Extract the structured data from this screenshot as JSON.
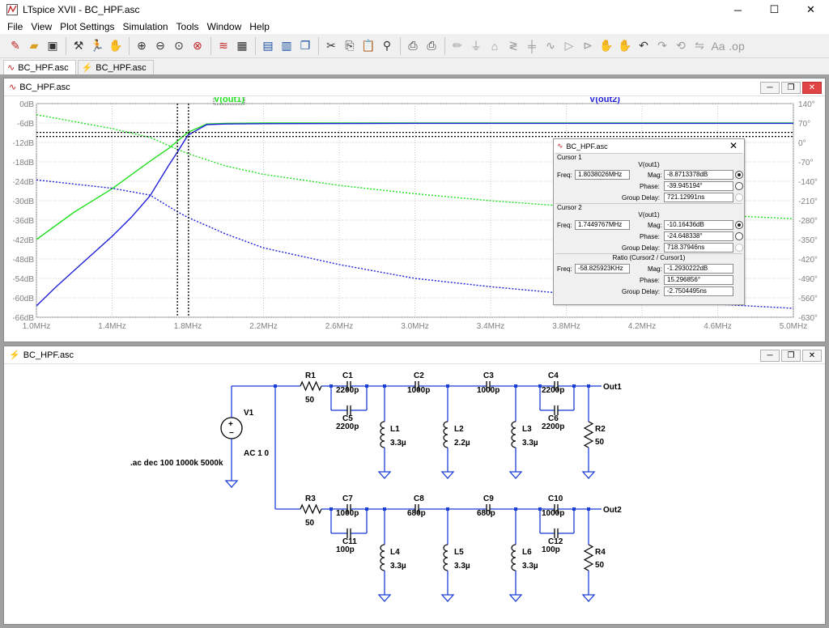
{
  "app": {
    "title": "LTspice XVII - BC_HPF.asc"
  },
  "window_controls": {
    "minimize": "─",
    "maximize": "☐",
    "close": "✕"
  },
  "menu": [
    "File",
    "View",
    "Plot Settings",
    "Simulation",
    "Tools",
    "Window",
    "Help"
  ],
  "toolbar_icons": [
    "new-schematic-icon",
    "open-icon",
    "save-icon",
    "control-panel-icon",
    "run-icon",
    "halt-icon",
    "zoom-in-icon",
    "zoom-out-icon",
    "zoom-fit-icon",
    "zoom-cancel-icon",
    "autorange-icon",
    "grid-icon",
    "tile-horizontal-icon",
    "tile-vertical-icon",
    "cascade-icon",
    "cut-icon",
    "copy-icon",
    "paste-icon",
    "find-icon",
    "print-icon",
    "print-setup-icon",
    "draw-wire-icon",
    "ground-icon",
    "label-net-icon",
    "resistor-icon",
    "capacitor-icon",
    "inductor-icon",
    "diode-icon",
    "component-icon",
    "move-icon",
    "drag-icon",
    "undo-icon",
    "redo-icon",
    "rotate-icon",
    "mirror-icon",
    "text-icon",
    "spice-directive-icon"
  ],
  "tabs": [
    {
      "label": "BC_HPF.asc",
      "icon": "waveform-icon"
    },
    {
      "label": "BC_HPF.asc",
      "icon": "schematic-icon"
    }
  ],
  "plot_window": {
    "title": "BC_HPF.asc",
    "trace_labels": [
      "V(out1)",
      "V(out2)"
    ],
    "colors": {
      "out1": "#20e020",
      "out2": "#2020d8",
      "bg": "#ffffff",
      "grid": "#c8c8c8",
      "axis_text": "#808080"
    }
  },
  "chart_data": {
    "type": "line",
    "xlabel": "",
    "ylabel": "",
    "x_ticks": [
      "1.0MHz",
      "1.4MHz",
      "1.8MHz",
      "2.2MHz",
      "2.6MHz",
      "3.0MHz",
      "3.4MHz",
      "3.8MHz",
      "4.2MHz",
      "4.6MHz",
      "5.0MHz"
    ],
    "xlim_mhz": [
      1.0,
      5.0
    ],
    "y_left_ticks": [
      "0dB",
      "-6dB",
      "-12dB",
      "-18dB",
      "-24dB",
      "-30dB",
      "-36dB",
      "-42dB",
      "-48dB",
      "-54dB",
      "-60dB",
      "-66dB"
    ],
    "ylim_db": [
      -66,
      0
    ],
    "y_right_ticks": [
      "140°",
      "70°",
      "0°",
      "-70°",
      "-140°",
      "-210°",
      "-280°",
      "-350°",
      "-420°",
      "-490°",
      "-560°",
      "-630°"
    ],
    "ylim_deg": [
      -630,
      140
    ],
    "grid": true,
    "cursor1_mhz": 1.8038,
    "cursor2_mhz": 1.745,
    "series": [
      {
        "name": "V(out1)",
        "kind": "magnitude",
        "x": [
          1.0,
          1.2,
          1.4,
          1.6,
          1.7,
          1.8,
          1.9,
          2.0,
          2.2,
          2.6,
          3.0,
          4.0,
          5.0
        ],
        "y": [
          -42,
          -33.5,
          -26.3,
          -17.8,
          -13.8,
          -8.9,
          -6.3,
          -6.1,
          -6.0,
          -6.0,
          -6.0,
          -6.0,
          -6.0
        ]
      },
      {
        "name": "V(out1)",
        "kind": "phase",
        "x": [
          1.0,
          1.2,
          1.4,
          1.6,
          1.745,
          1.8,
          2.0,
          2.2,
          2.6,
          3.0,
          3.4,
          4.0,
          4.6,
          5.0
        ],
        "y": [
          100,
          75,
          50,
          18,
          -25,
          -40,
          -85,
          -115,
          -155,
          -185,
          -210,
          -240,
          -262,
          -275
        ]
      },
      {
        "name": "V(out2)",
        "kind": "magnitude",
        "x": [
          1.0,
          1.1,
          1.2,
          1.4,
          1.5,
          1.6,
          1.7,
          1.745,
          1.8,
          1.9,
          2.0,
          2.2,
          3.0,
          5.0
        ],
        "y": [
          -62.5,
          -56.8,
          -51.5,
          -41,
          -35.2,
          -28.5,
          -19,
          -15,
          -9.8,
          -6.5,
          -6.3,
          -6.2,
          -6.1,
          -6.1
        ]
      },
      {
        "name": "V(out2)",
        "kind": "phase",
        "x": [
          1.0,
          1.4,
          1.6,
          1.745,
          1.8,
          2.0,
          2.2,
          2.6,
          3.0,
          3.4,
          3.8,
          4.2,
          4.6,
          5.0
        ],
        "y": [
          -135,
          -165,
          -190,
          -250,
          -270,
          -330,
          -380,
          -440,
          -490,
          -520,
          -545,
          -565,
          -583,
          -598
        ]
      }
    ]
  },
  "cursor_popup": {
    "title": "BC_HPF.asc",
    "cursor1": {
      "label": "Cursor 1",
      "signal": "V(out1)",
      "freq_label": "Freq:",
      "freq": "1.8038026MHz",
      "mag_label": "Mag:",
      "mag": "-8.8713378dB",
      "phase_label": "Phase:",
      "phase": "-39.945194°",
      "gd_label": "Group Delay:",
      "gd": "721.12991ns"
    },
    "cursor2": {
      "label": "Cursor 2",
      "signal": "V(out1)",
      "freq_label": "Freq:",
      "freq": "1.7449767MHz",
      "mag_label": "Mag:",
      "mag": "-10.16436dB",
      "phase_label": "Phase:",
      "phase": "-24.648338°",
      "gd_label": "Group Delay:",
      "gd": "718.37946ns"
    },
    "ratio": {
      "label": "Ratio (Cursor2 / Cursor1)",
      "freq_label": "Freq:",
      "freq": "-58.825923KHz",
      "mag_label": "Mag:",
      "mag": "-1.2930222dB",
      "phase_label": "Phase:",
      "phase": "15.296856°",
      "gd_label": "Group Delay:",
      "gd": "-2.7504495ns"
    }
  },
  "schematic_window": {
    "title": "BC_HPF.asc",
    "source": {
      "name": "V1",
      "value": "AC 1 0"
    },
    "directive": ".ac dec 100 1000k 5000k",
    "top": {
      "R1": "R1",
      "R1v": "50",
      "C1": "C1",
      "C1v": "2200p",
      "C5": "C5",
      "C5v": "2200p",
      "C2": "C2",
      "C2v": "1000p",
      "C3": "C3",
      "C3v": "1000p",
      "C4": "C4",
      "C4v": "2200p",
      "C6": "C6",
      "C6v": "2200p",
      "L1": "L1",
      "L1v": "3.3µ",
      "L2": "L2",
      "L2v": "2.2µ",
      "L3": "L3",
      "L3v": "3.3µ",
      "R2": "R2",
      "R2v": "50",
      "out": "Out1"
    },
    "bottom": {
      "R3": "R3",
      "R3v": "50",
      "C7": "C7",
      "C7v": "1000p",
      "C11": "C11",
      "C11v": "100p",
      "C8": "C8",
      "C8v": "680p",
      "C9": "C9",
      "C9v": "680p",
      "C10": "C10",
      "C10v": "1000p",
      "C12": "C12",
      "C12v": "100p",
      "L4": "L4",
      "L4v": "3.3µ",
      "L5": "L5",
      "L5v": "3.3µ",
      "L6": "L6",
      "L6v": "3.3µ",
      "R4": "R4",
      "R4v": "50",
      "out": "Out2"
    }
  }
}
